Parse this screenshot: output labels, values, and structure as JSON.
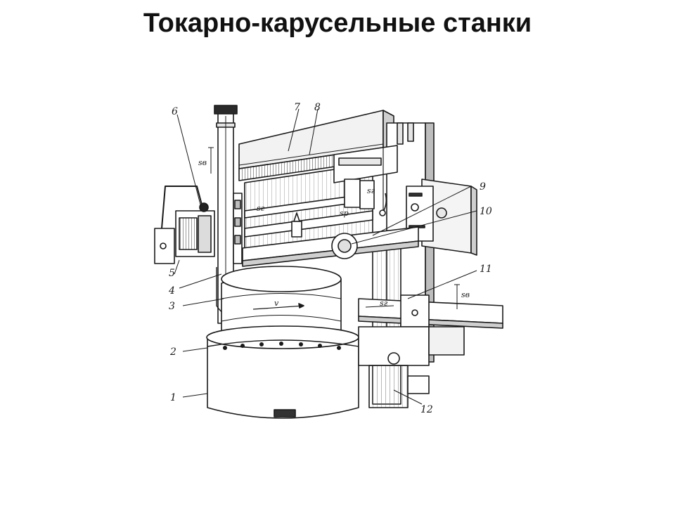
{
  "slide": {
    "title": "Токарно-карусельные станки"
  },
  "figure": {
    "callouts": [
      "1",
      "2",
      "3",
      "4",
      "5",
      "6",
      "7",
      "8",
      "9",
      "10",
      "11",
      "12"
    ],
    "feed_labels": {
      "s_v_left": "sв",
      "s_g_top": "sг",
      "s_g_upper": "sг",
      "s_r": "sр",
      "s_v_right": "sв",
      "s_g_lower": "sг",
      "v": "v"
    }
  }
}
